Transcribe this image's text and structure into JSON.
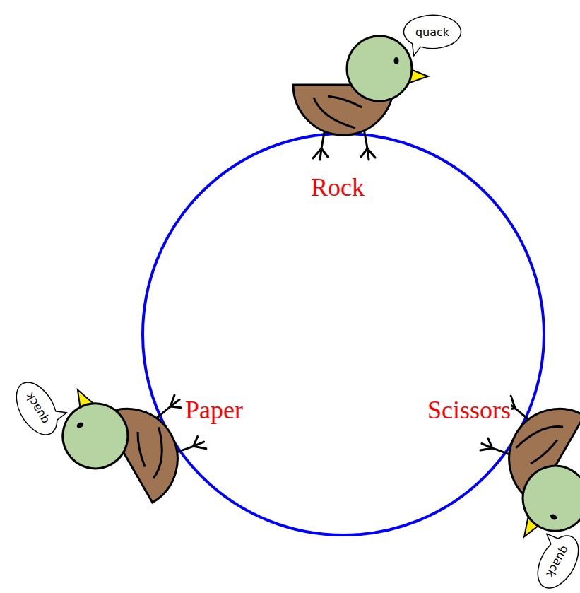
{
  "diagram": {
    "nodes": [
      {
        "text": [
          "quack"
        ]
      },
      {
        "text": [
          "quack"
        ]
      },
      {
        "text": [
          "quack"
        ]
      }
    ],
    "labels": [
      "Rock",
      "Paper",
      "Scissors"
    ]
  }
}
